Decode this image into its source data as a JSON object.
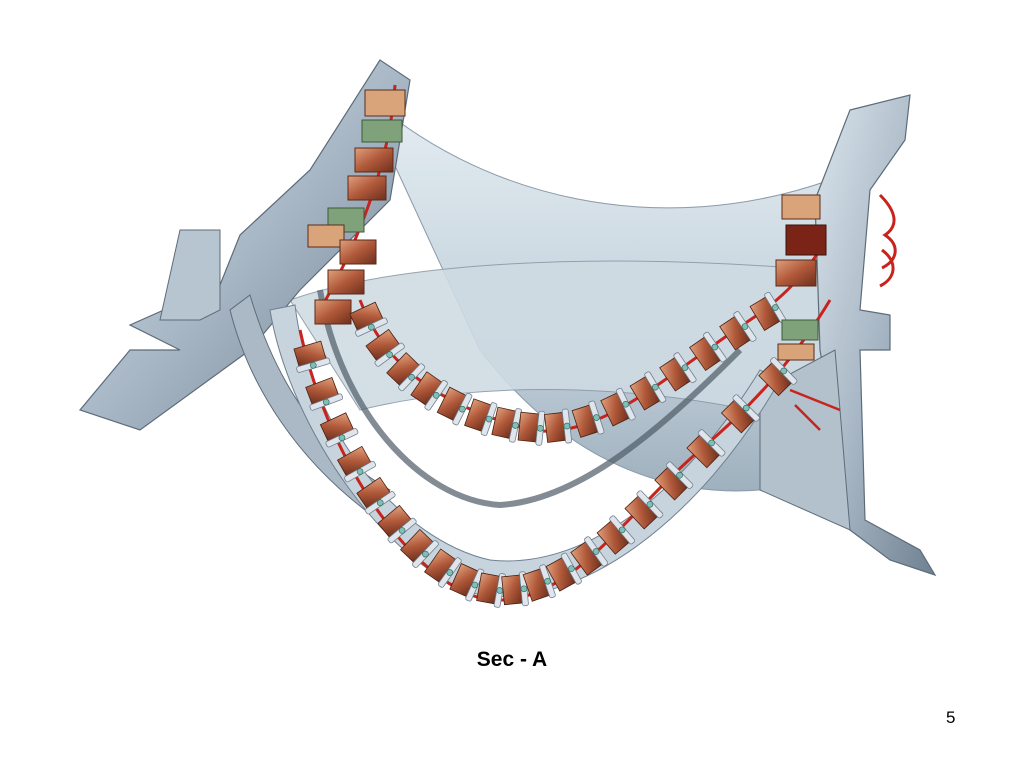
{
  "slide": {
    "caption": "Sec - A",
    "page_number": "5"
  },
  "figure": {
    "subject": "cutaway-3d-cad-model"
  },
  "colors": {
    "background": "#ffffff",
    "steel": "#a9b8c6",
    "steel_dark": "#6f8090",
    "steel_light": "#d7e2ea",
    "copper": "#b0593a",
    "copper_light": "#d9956f",
    "wire_red": "#c8231c",
    "green_block": "#7fa27a",
    "clamp": "#dfe5ea"
  }
}
